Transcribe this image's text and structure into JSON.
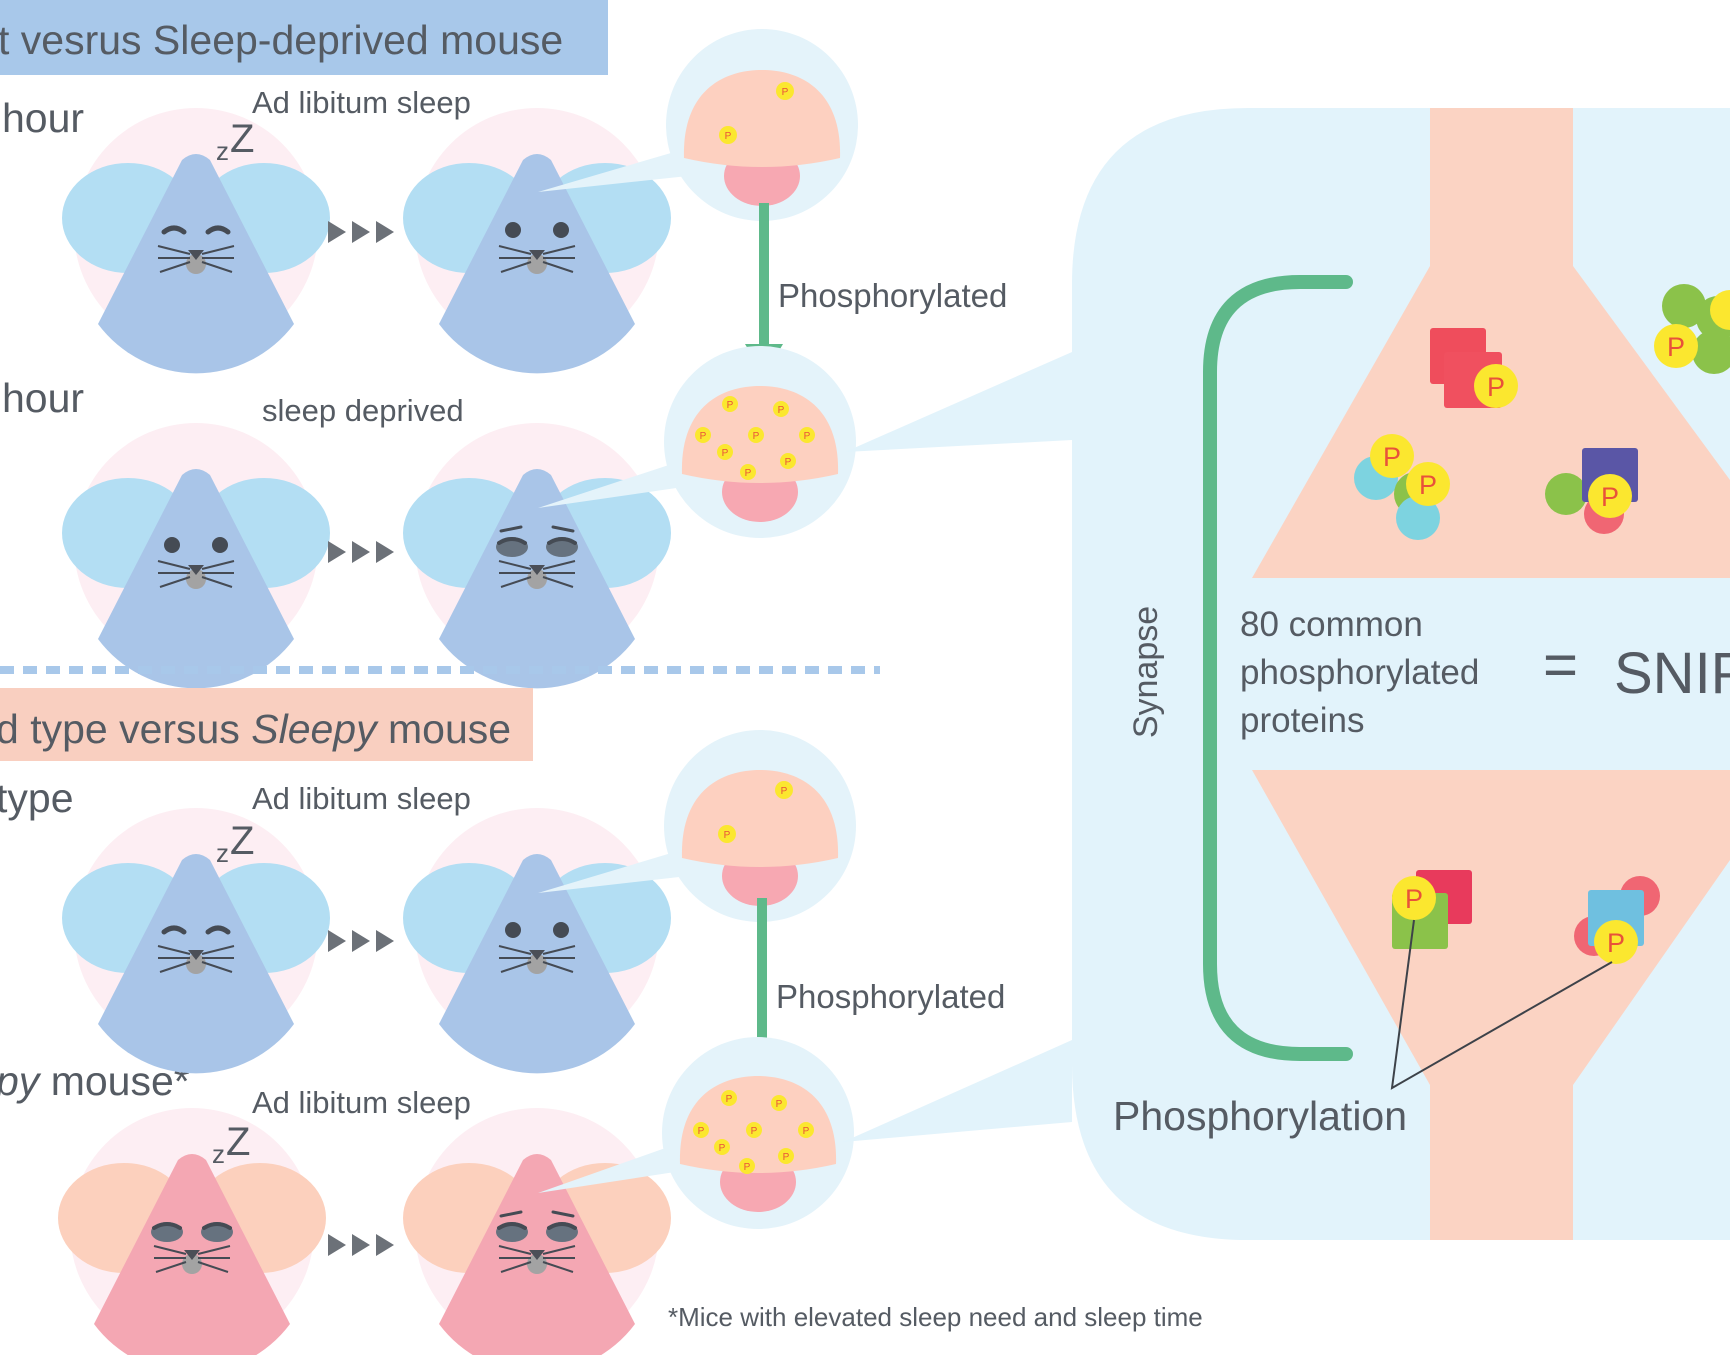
{
  "panel_a": {
    "header": "t vesrus Sleep-deprived mouse",
    "row1_label": "hour",
    "row1_caption": "Ad libitum sleep",
    "row2_label": "hour",
    "row2_caption": "sleep deprived",
    "arrow_label": "Phosphorylated"
  },
  "panel_b": {
    "header_pre": "d type versus ",
    "header_italic": "Sleepy",
    "header_post": " mouse",
    "row1_label": " type",
    "row1_caption": "Ad libitum sleep",
    "row2_label_italic": "py",
    "row2_label_rest": " mouse*",
    "row2_caption": "Ad libitum sleep",
    "arrow_label": "Phosphorylated"
  },
  "synapse": {
    "bracket_label": "Synapse",
    "common_line1": "80 common",
    "common_line2": "phosphorylated",
    "common_line3": "proteins",
    "equals": "=",
    "result": "SNIP",
    "phosphorylation_label": "Phosphorylation"
  },
  "marker": "P",
  "footnote": "*Mice with elevated sleep need and sleep time",
  "zzz": {
    "small": "z",
    "big": "Z"
  },
  "colors": {
    "panel_a_header": "#a8c8ea",
    "panel_b_header": "#f9cfc0",
    "mouse_blue_head": "#a9c5e8",
    "mouse_blue_ear": "#b3def3",
    "mouse_pink_head": "#f4a7b3",
    "mouse_pink_ear": "#fcd0bd",
    "bg_circle": "#fdeef3",
    "brain": "#fdd0c0",
    "brainstem": "#f7a8b2",
    "bubble": "#e4f3fa",
    "arrow_green": "#5eb98a",
    "phospho_yellow": "#fbe72f",
    "phospho_text": "#e8523a",
    "synapse_bg": "#e2f3fb",
    "neuron": "#fbd3c3"
  }
}
